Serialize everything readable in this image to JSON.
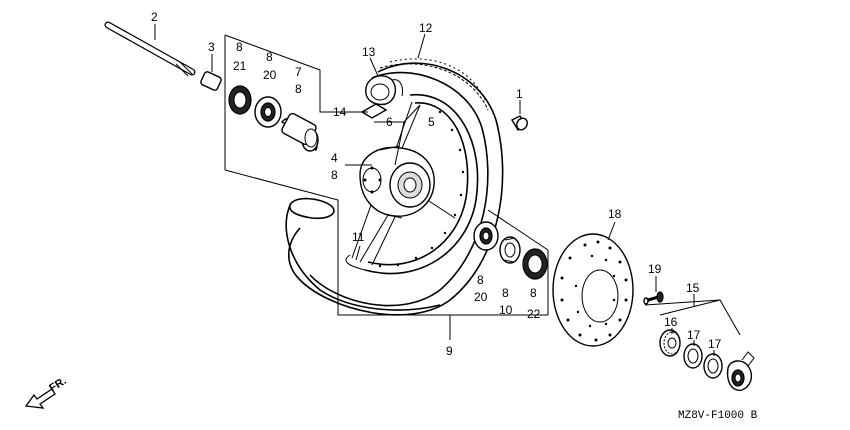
{
  "diagram_code": "MZ8V-F1000 B",
  "direction_label": "FR.",
  "labels": [
    "1",
    "2",
    "3",
    "4",
    "5",
    "6",
    "7",
    "8",
    "9",
    "10",
    "11",
    "12",
    "13",
    "14",
    "15",
    "16",
    "17",
    "18",
    "19",
    "20",
    "21",
    "22"
  ],
  "colors": {
    "line": "#000000",
    "background": "#ffffff"
  }
}
